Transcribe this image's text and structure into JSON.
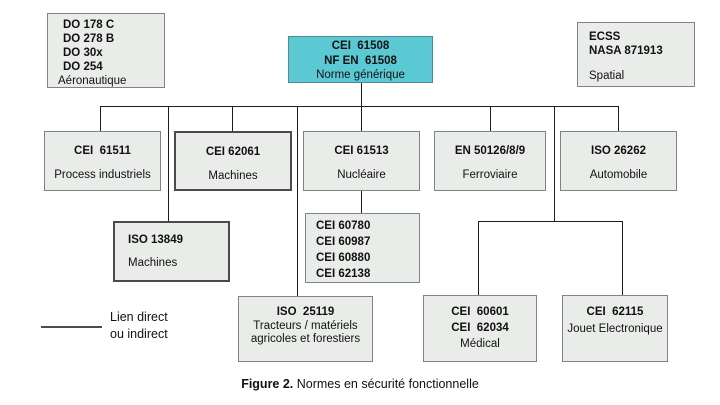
{
  "colors": {
    "generic_node_fill": "#5ac9d3",
    "node_fill": "#e9ece9",
    "node_border": "#7d8583",
    "connector": "#1c1c1c"
  },
  "nodes": {
    "aeronautique": {
      "codes": [
        "DO 178 C",
        "DO 278 B",
        "DO 30x",
        "DO 254"
      ],
      "label": "Aéronautique"
    },
    "generique": {
      "codes": [
        "CEI  61508",
        "NF EN  61508"
      ],
      "label": "Norme générique"
    },
    "spatial": {
      "codes": [
        "ECSS",
        "NASA 871913"
      ],
      "label": "Spatial"
    },
    "process": {
      "codes": [
        "CEI  61511"
      ],
      "label": "Process industriels"
    },
    "machines_62061": {
      "codes": [
        "CEI 62061"
      ],
      "label": "Machines"
    },
    "nucleaire": {
      "codes": [
        "CEI 61513"
      ],
      "label": "Nucléaire"
    },
    "ferroviaire": {
      "codes": [
        "EN 50126/8/9"
      ],
      "label": "Ferroviaire"
    },
    "automobile": {
      "codes": [
        "ISO 26262"
      ],
      "label": "Automobile"
    },
    "machines_13849": {
      "codes": [
        "ISO 13849"
      ],
      "label": "Machines"
    },
    "nucleaire_group": {
      "codes": [
        "CEI 60780",
        "CEI 60987",
        "CEI 60880",
        "CEI 62138"
      ]
    },
    "tracteurs": {
      "codes": [
        "ISO  25119"
      ],
      "label": "Tracteurs / matériels agricoles et forestiers"
    },
    "medical": {
      "codes": [
        "CEI  60601",
        "CEI  62034"
      ],
      "label": "Médical"
    },
    "jouet": {
      "codes": [
        "CEI  62115"
      ],
      "label": "Jouet Electronique"
    }
  },
  "legend": {
    "line1": "Lien direct",
    "line2": "ou indirect"
  },
  "caption": {
    "prefix": "Figure 2.",
    "text": " Normes en sécurité fonctionnelle"
  }
}
